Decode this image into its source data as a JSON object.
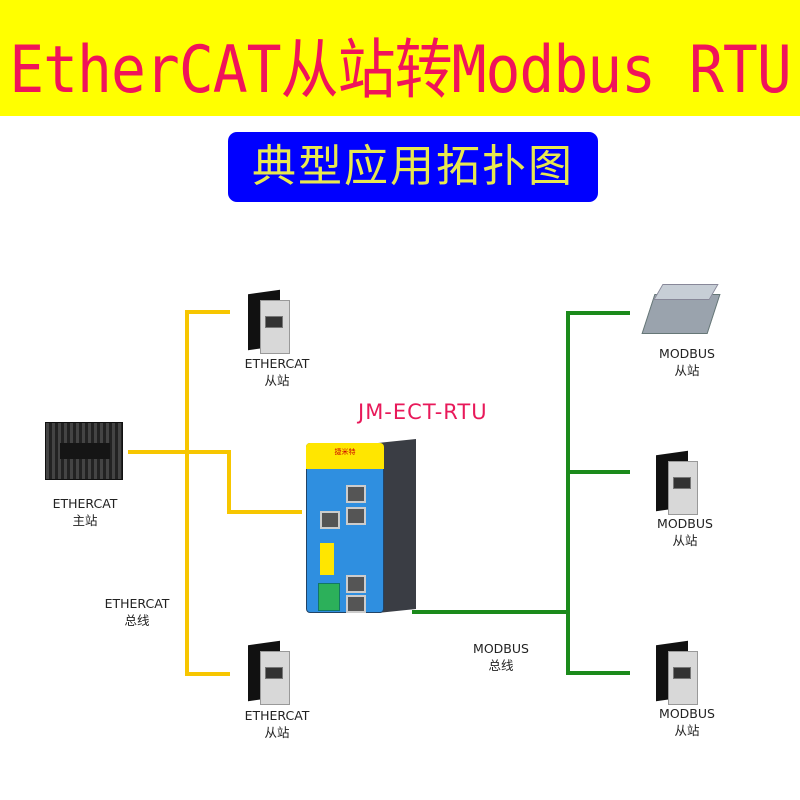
{
  "header": {
    "title": "EtherCAT从站转Modbus RTU",
    "background": "#ffff00",
    "title_color": "#f0145a"
  },
  "subtitle": {
    "text": "典型应用拓扑图",
    "background": "#0000ff",
    "color": "#e8e850"
  },
  "gateway": {
    "model": "JM-ECT-RTU",
    "brand": "捷米特"
  },
  "ethercat": {
    "line_color": "#f7c600",
    "master": {
      "line1": "ETHERCAT",
      "line2": "主站"
    },
    "bus": {
      "line1": "ETHERCAT",
      "line2": "总线"
    },
    "slaves": [
      {
        "line1": "ETHERCAT",
        "line2": "从站"
      },
      {
        "line1": "ETHERCAT",
        "line2": "从站"
      }
    ]
  },
  "modbus": {
    "line_color": "#1b8a1b",
    "bus": {
      "line1": "MODBUS",
      "line2": "总线"
    },
    "slaves": [
      {
        "line1": "MODBUS",
        "line2": "从站"
      },
      {
        "line1": "MODBUS",
        "line2": "从站"
      },
      {
        "line1": "MODBUS",
        "line2": "从站"
      }
    ]
  }
}
